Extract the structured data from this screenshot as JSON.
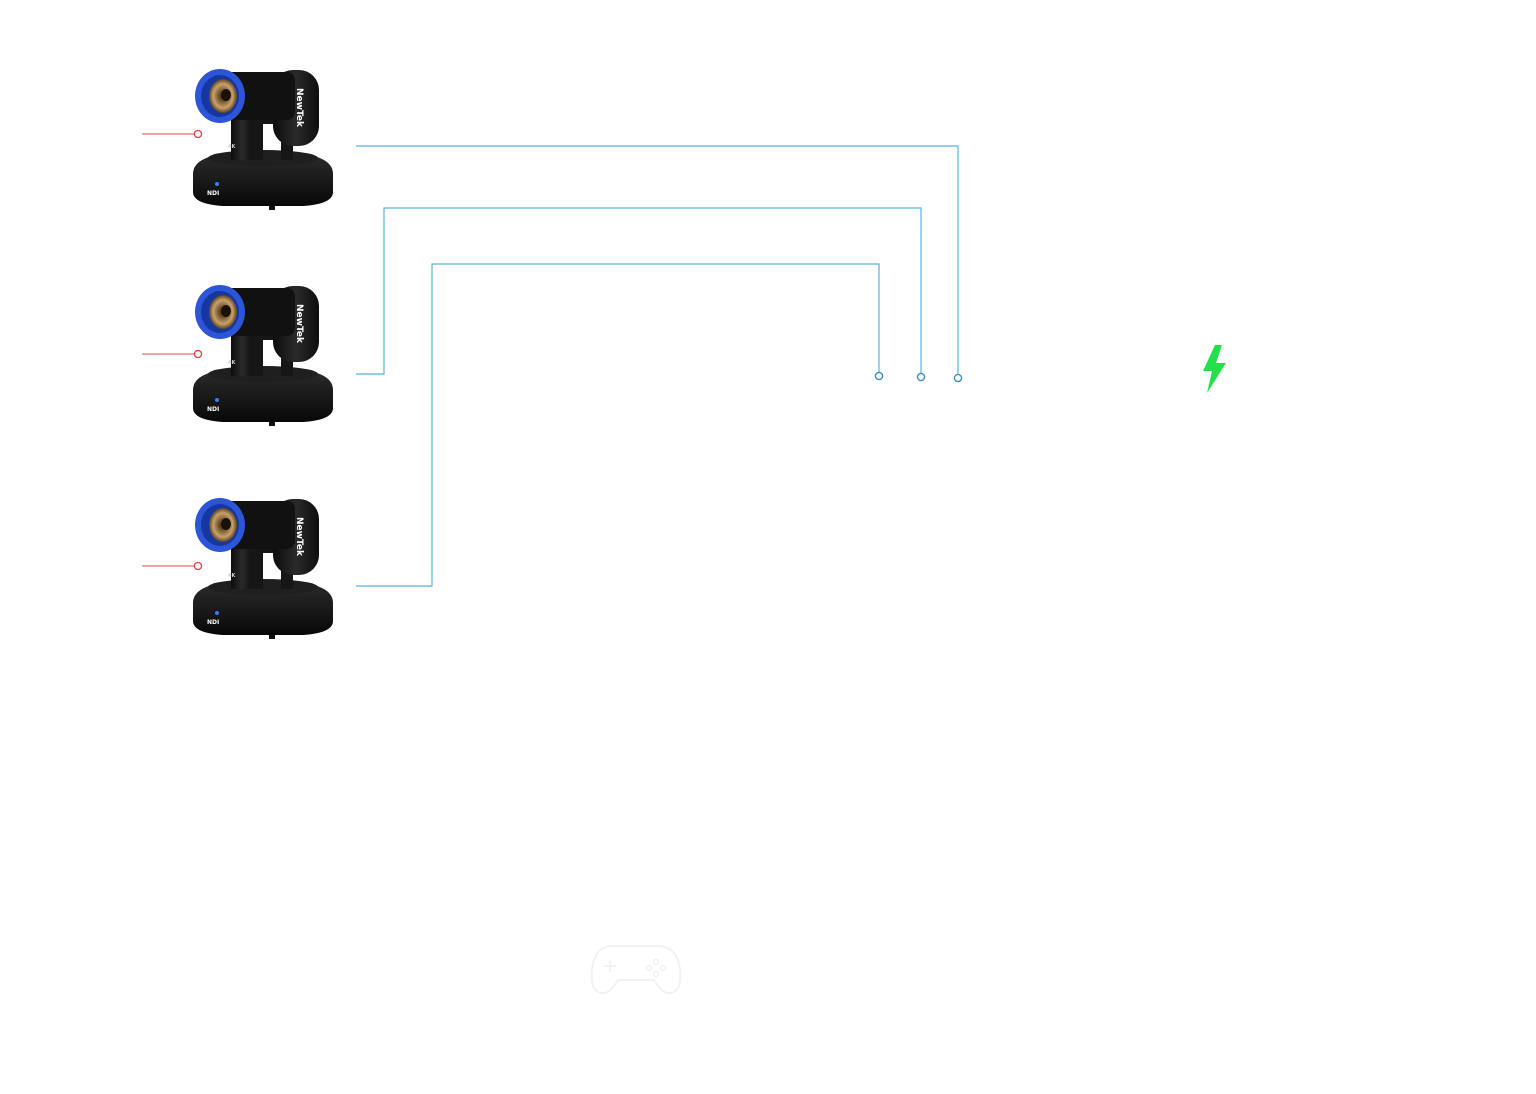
{
  "diagram": {
    "colors": {
      "background": "#ffffff",
      "connection_line": "#5bb2de",
      "control_line": "#e8454a",
      "power_icon": "#22e04a",
      "camera_body": "#151515",
      "lens_ring": "#2d55d8",
      "lens_glass": "#b99258"
    },
    "cameras": [
      {
        "id": "camera-1",
        "brand_label": "NewTek",
        "badge_label": "NDI",
        "resolution_label": "4K"
      },
      {
        "id": "camera-2",
        "brand_label": "NewTek",
        "badge_label": "NDI",
        "resolution_label": "4K"
      },
      {
        "id": "camera-3",
        "brand_label": "NewTek",
        "badge_label": "NDI",
        "resolution_label": "4K"
      }
    ],
    "icons": {
      "power": "lightning-bolt-icon",
      "controller": "game-controller-icon"
    }
  }
}
